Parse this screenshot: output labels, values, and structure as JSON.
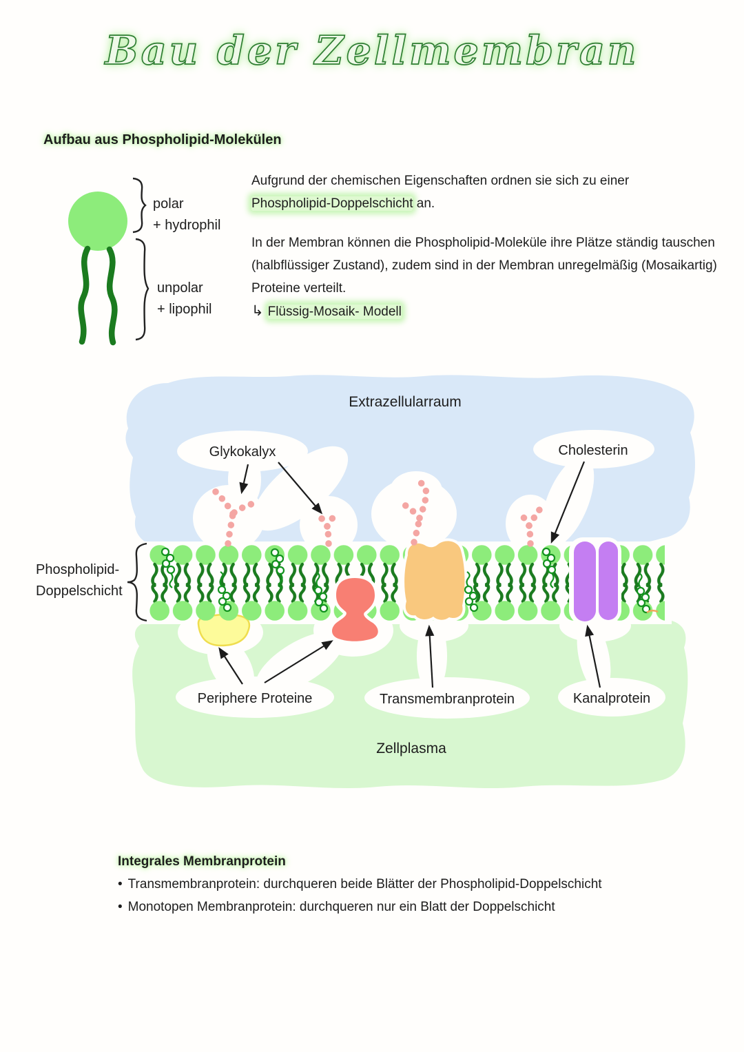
{
  "page": {
    "title": "Bau der Zellmembran"
  },
  "section1": {
    "heading": "Aufbau aus Phospholipid-Molekülen",
    "molecule": {
      "polar": "polar",
      "hydrophil": "+ hydrophil",
      "unpolar": "unpolar",
      "lipophil": "+ lipophil"
    },
    "para1_line1": "Aufgrund der chemischen Eigenschaften ordnen sie sich zu einer",
    "para1_highlight": "Phospholipid-Doppelschicht",
    "para1_tail": " an.",
    "para2_line1": "In der Membran können die Phospholipid-Moleküle ihre Plätze ständig tauschen",
    "para2_line2": "(halbflüssiger Zustand), zudem sind in der Membran unregelmäßig (Mosaikartig)",
    "para2_line3": "Proteine verteilt.",
    "arrow_prefix": "↳",
    "arrow_note": "Flüssig-Mosaik- Modell"
  },
  "diagram": {
    "extracellular_label": "Extrazellularraum",
    "glycocalyx_label": "Glykokalyx",
    "cholesterol_label": "Cholesterin",
    "bilayer_label_line1": "Phospholipid-",
    "bilayer_label_line2": "Doppelschicht",
    "peripheral_label": "Periphere Proteine",
    "transmembrane_label": "Transmembranprotein",
    "channel_label": "Kanalprotein",
    "cytoplasm_label": "Zellplasma"
  },
  "section2": {
    "heading": "Integrales Membranprotein",
    "bullet_char": "•",
    "bullet1": "Transmembranprotein: durchqueren beide Blätter der Phospholipid-Doppelschicht",
    "bullet2": "Monotopen Membranprotein: durchqueren nur ein Blatt der Doppelschicht"
  },
  "colors": {
    "title_green": "#2e7d32",
    "highlight_green": "#c9f5b4",
    "lipid_head_green": "#8dec7b",
    "lipid_tail_green": "#1b7b1f",
    "extracellular_blue": "#d9e8f8",
    "cytoplasm_green": "#d8f7d0",
    "glycocalyx_pink": "#f4a6a3",
    "cholesterol_green": "#13921f",
    "peripheral_yellow": "#fdfb9a",
    "peripheral_red": "#f87f73",
    "transmembrane_orange": "#f9c87e",
    "channel_purple": "#c47ef2",
    "ink": "#1d1d1d"
  }
}
